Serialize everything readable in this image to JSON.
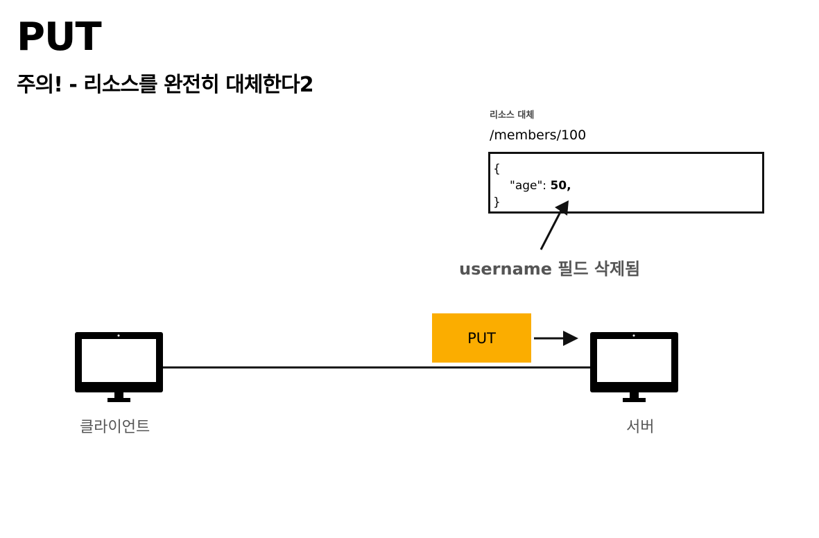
{
  "slide": {
    "title": "PUT",
    "subtitle": "주의! - 리소스를 완전히 대체한다2"
  },
  "resource": {
    "label": "리소스 대체",
    "path": "/members/100",
    "json_open": "{",
    "json_key": "\"age\": ",
    "json_value": "50,",
    "json_close": "}"
  },
  "annotation": {
    "text": "username 필드 삭제됨"
  },
  "request": {
    "method_label": "PUT",
    "method_color": "#fbad00"
  },
  "nodes": {
    "client_label": "클라이언트",
    "server_label": "서버",
    "client_icon": "monitor-icon",
    "server_icon": "monitor-icon"
  }
}
